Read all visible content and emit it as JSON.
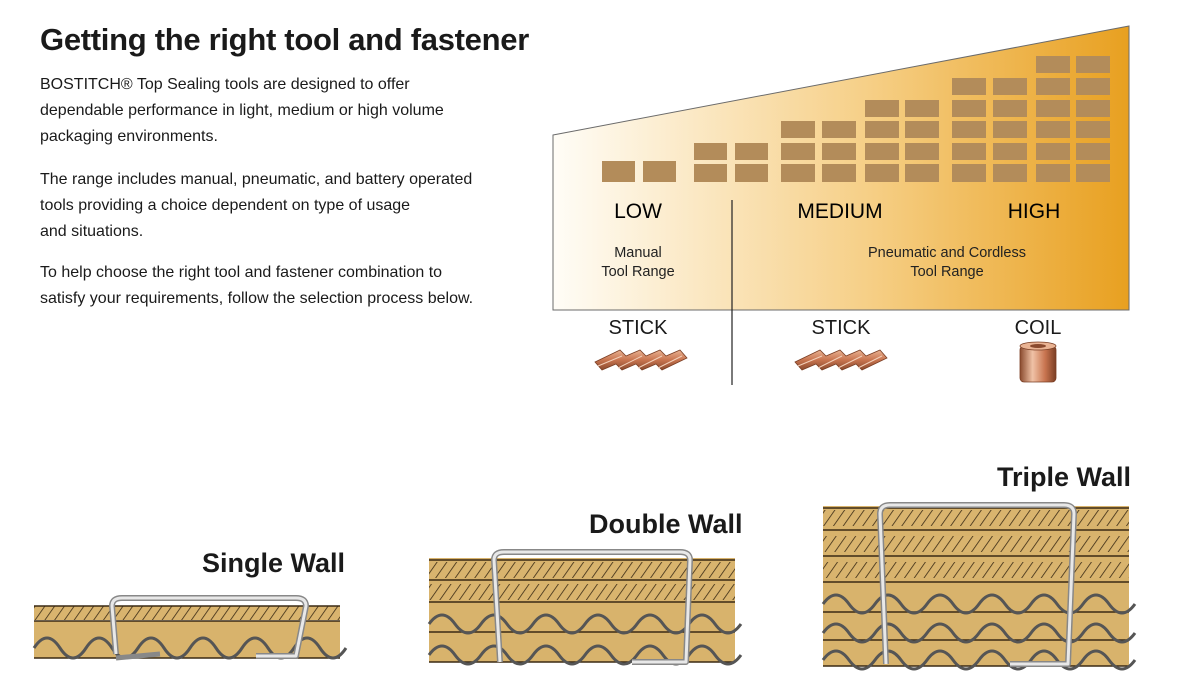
{
  "heading": "Getting the right tool and fastener",
  "intro": {
    "p1_lines": [
      "BOSTITCH® Top Sealing tools are designed to offer",
      "dependable performance in light, medium or high volume",
      "packaging environments."
    ],
    "p2_lines": [
      "The range includes manual, pneumatic, and battery operated",
      "tools providing a choice dependent on type of usage",
      "and situations."
    ],
    "p3_lines": [
      "To help choose the right tool and fastener combination to",
      "satisfy your requirements, follow the selection process below."
    ]
  },
  "volume_chart": {
    "levels": [
      "LOW",
      "MEDIUM",
      "HIGH"
    ],
    "ranges": [
      {
        "line1": "Manual",
        "line2": "Tool Range"
      },
      {
        "line1": "Pneumatic and Cordless",
        "line2": "Tool Range"
      }
    ],
    "fasteners": [
      "STICK",
      "STICK",
      "COIL"
    ],
    "gradient_colors": [
      "#fffdf7",
      "#f0b54a",
      "#e8a020"
    ],
    "block_color": "#b38c5a"
  },
  "walls": {
    "single": "Single Wall",
    "double": "Double Wall",
    "triple": "Triple Wall"
  }
}
